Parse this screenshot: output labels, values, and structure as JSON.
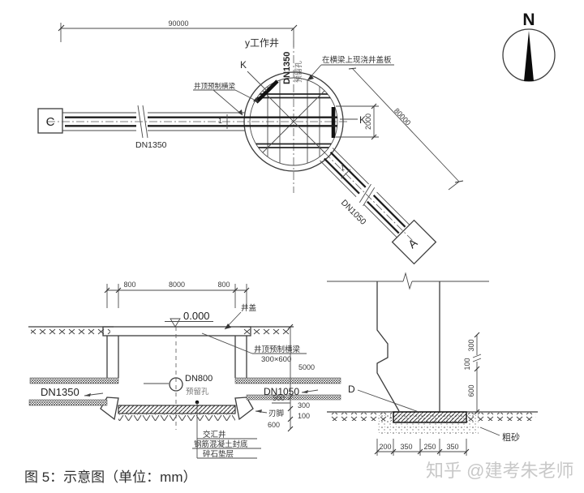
{
  "figure": {
    "caption": "图 5：示意图（单位：mm）",
    "watermark": "知乎 @建考朱老师"
  },
  "plan": {
    "north_label": "N",
    "dim_total": "90000",
    "dim_diag": "80000",
    "dim_opening": "2000",
    "well_label": "y工作井",
    "riser_dn": "DN1350",
    "riser_hole": "预留孔",
    "beam_label": "井顶预制横梁",
    "cover_label": "在横梁上现浇井盖板",
    "pipe_c_label": "DN1350",
    "pipe_a_label": "DN1050",
    "node_c": "C",
    "node_a": "A",
    "k_left": "K",
    "k_right": "K",
    "sec1_left": "1",
    "sec1_diag": "1"
  },
  "section": {
    "dim_left": "800",
    "dim_mid": "8000",
    "dim_right": "800",
    "elevation": "0.000",
    "cover_label": "井盖",
    "beam_label": "井顶预制横梁",
    "beam_size": "300×600",
    "dim_depth": "5000",
    "hole_dn": "DN800",
    "hole_label": "预留孔",
    "pipe_left": "DN1350",
    "pipe_right": "DN1050",
    "dim_500": "500",
    "dim_300": "300",
    "dim_100": "100",
    "dim_600": "600",
    "edge_label": "刃脚",
    "note_1": "交汇井",
    "note_2": "钢筋混凝土封底",
    "note_3": "碎石垫层"
  },
  "detail": {
    "d_label": "D",
    "sand_label": "粗砂",
    "dim_300": "300",
    "dim_100": "100",
    "dim_600": "600",
    "dim_b1": "200",
    "dim_b2": "350",
    "dim_b3": "250",
    "dim_b4": "350"
  }
}
